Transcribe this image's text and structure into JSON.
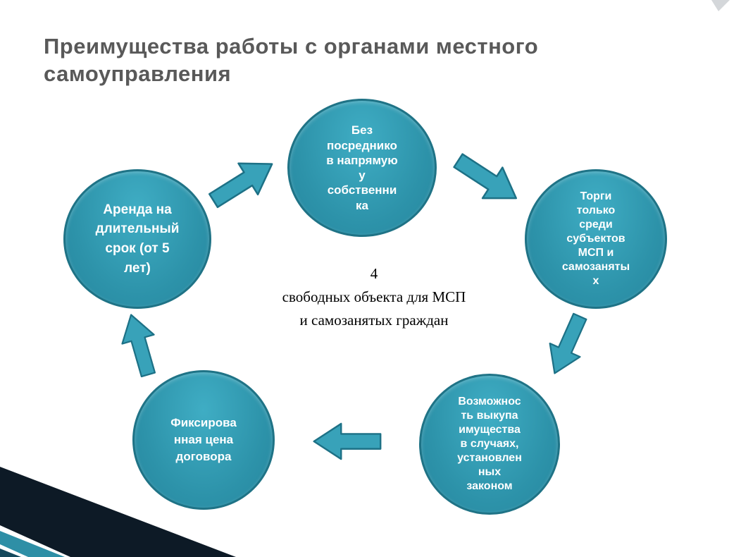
{
  "slide": {
    "title": "Преимущества работы с органами местного самоуправления"
  },
  "center_text": "4\nсвободных объекта для МСП\nи самозанятых граждан",
  "nodes": [
    {
      "name": "direct-from-owner",
      "label": "Без\nпосреднико\nв напрямую\nу\nсобственни\nка"
    },
    {
      "name": "tenders-msp-only",
      "label": "Торги\nтолько\nсреди\nсубъектов\nМСП и\nсамозаняты\nх"
    },
    {
      "name": "buyout-option",
      "label": "Возможнос\nть  выкупа\nимущества\nв случаях,\nустановлен\nных\nзаконом"
    },
    {
      "name": "fixed-contract-price",
      "label": "Фиксирова\nнная цена\nдоговора"
    },
    {
      "name": "long-term-lease",
      "label": "Аренда на\nдлительный\nсрок (от 5\nлет)"
    }
  ],
  "colors": {
    "title_color": "#595959",
    "circle_fill": "#2d93aa",
    "circle_fill_light": "#3fadc4",
    "circle_fill_dark": "#25869e",
    "circle_stroke": "#1f7386",
    "arrow_fill": "#38a2b9",
    "arrow_stroke": "#1d7186",
    "ribbon_dark": "#0d1a26",
    "ribbon_teal": "#2e8fa6",
    "ribbon_corner": "#15495c",
    "corner_gray": "#d4d7da"
  }
}
